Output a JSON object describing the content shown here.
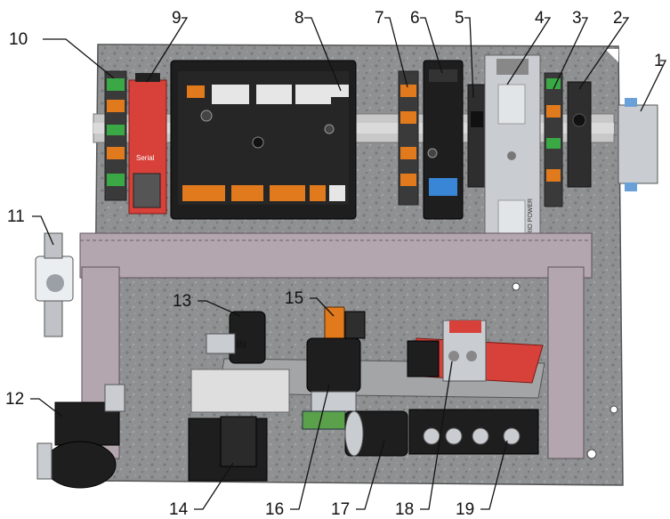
{
  "diagram": {
    "callouts": [
      {
        "id": "1",
        "label": "1"
      },
      {
        "id": "2",
        "label": "2"
      },
      {
        "id": "3",
        "label": "3"
      },
      {
        "id": "4",
        "label": "4"
      },
      {
        "id": "5",
        "label": "5"
      },
      {
        "id": "6",
        "label": "6"
      },
      {
        "id": "7",
        "label": "7"
      },
      {
        "id": "8",
        "label": "8"
      },
      {
        "id": "9",
        "label": "9"
      },
      {
        "id": "10",
        "label": "10"
      },
      {
        "id": "11",
        "label": "11"
      },
      {
        "id": "12",
        "label": "12"
      },
      {
        "id": "13",
        "label": "13"
      },
      {
        "id": "14",
        "label": "14"
      },
      {
        "id": "15",
        "label": "15"
      },
      {
        "id": "16",
        "label": "16"
      },
      {
        "id": "17",
        "label": "17"
      },
      {
        "id": "18",
        "label": "18"
      },
      {
        "id": "19",
        "label": "19"
      }
    ],
    "markings": {
      "gateway_brand": "Serial",
      "valve_marking": "IN",
      "power_supply_brand": "TRIO POWER"
    },
    "colors": {
      "panel": "#8e9092",
      "frame": "#b4a6ae",
      "din_rail": "#c8c8c8",
      "gateway_red": "#d8403a",
      "terminal_orange": "#e07a1c",
      "terminal_green": "#3aa845",
      "controller_black": "#1e1e1e"
    }
  }
}
